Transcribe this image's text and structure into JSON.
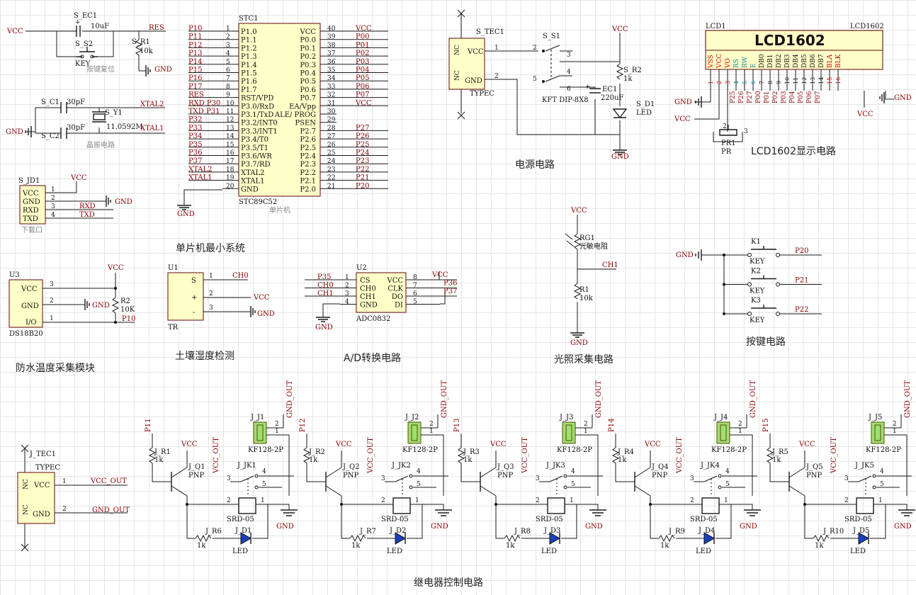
{
  "captions": {
    "mcu": "单片机最小系统",
    "power": "电源电路",
    "lcd": "LCD1602显示电路",
    "temp": "防水温度采集模块",
    "soil": "土壤湿度检测",
    "ad": "A/D转换电路",
    "light": "光照采集电路",
    "keys": "按键电路",
    "relay": "继电器控制电路"
  },
  "subcaptions": {
    "reset": "按键复位",
    "crystal": "晶振电路",
    "download": "下载口",
    "mcu_part": "单片机"
  },
  "nets": {
    "vcc": "VCC",
    "gnd": "GND",
    "res": "RES",
    "xtal1": "XTAL1",
    "xtal2": "XTAL2",
    "rxd": "RXD",
    "txd": "TXD",
    "ch0": "CH0",
    "ch1": "CH1",
    "p10": "P10",
    "p20": "P20",
    "p21": "P21",
    "p22": "P22",
    "p35": "P35",
    "p36": "P36",
    "p37": "P37",
    "vcc_out": "VCC_OUT",
    "gnd_out": "GND_OUT"
  },
  "reset": {
    "cap_ref": "S_EC1",
    "cap_val": "10uF",
    "sw_ref": "S_S2",
    "sw_val": "KEY",
    "res_ref": "S_R1",
    "res_val": "10k"
  },
  "crystal": {
    "c1_ref": "S_C1",
    "c1_val": "30pF",
    "c2_ref": "S_C2",
    "c2_val": "30pF",
    "y_ref": "S_Y1",
    "y_val": "11.0592M"
  },
  "download": {
    "ref": "S_JD1",
    "pins": [
      "VCC",
      "GND",
      "RXD",
      "TXD"
    ],
    "nums": [
      "1",
      "2",
      "3",
      "4"
    ]
  },
  "mcu": {
    "ref": "STC1",
    "part": "STC89C52",
    "left_pins": [
      {
        "num": "1",
        "name": "P1.0",
        "net": "P10"
      },
      {
        "num": "2",
        "name": "P1.1",
        "net": "P11"
      },
      {
        "num": "3",
        "name": "P1.2",
        "net": "P12"
      },
      {
        "num": "4",
        "name": "P1.3",
        "net": "P13"
      },
      {
        "num": "5",
        "name": "P1.4",
        "net": "P14"
      },
      {
        "num": "6",
        "name": "P1.5",
        "net": "P15"
      },
      {
        "num": "7",
        "name": "P1.6",
        "net": "P16"
      },
      {
        "num": "8",
        "name": "P1.7",
        "net": "P17"
      },
      {
        "num": "9",
        "name": "RST/VPD",
        "net": "RES"
      },
      {
        "num": "10",
        "name": "P3.0/RxD",
        "net": "RXD P30"
      },
      {
        "num": "11",
        "name": "P3.1/TxD",
        "net": "TXD P31"
      },
      {
        "num": "12",
        "name": "P3.2/INT0",
        "net": "P32"
      },
      {
        "num": "13",
        "name": "P3.3/INT1",
        "net": "P33"
      },
      {
        "num": "14",
        "name": "P3.4/T0",
        "net": "P34"
      },
      {
        "num": "15",
        "name": "P3.5/T1",
        "net": "P35"
      },
      {
        "num": "16",
        "name": "P3.6/WR",
        "net": "P36"
      },
      {
        "num": "17",
        "name": "P3.7/RD",
        "net": "P37"
      },
      {
        "num": "18",
        "name": "XTAL2",
        "net": "XTAL2"
      },
      {
        "num": "19",
        "name": "XTAL1",
        "net": "XTAL1"
      },
      {
        "num": "20",
        "name": "GND",
        "net": ""
      }
    ],
    "right_pins": [
      {
        "num": "40",
        "name": "VCC",
        "net": "VCC"
      },
      {
        "num": "39",
        "name": "P0.0",
        "net": "P00"
      },
      {
        "num": "38",
        "name": "P0.1",
        "net": "P01"
      },
      {
        "num": "37",
        "name": "P0.2",
        "net": "P02"
      },
      {
        "num": "36",
        "name": "P0.3",
        "net": "P03"
      },
      {
        "num": "35",
        "name": "P0.4",
        "net": "P04"
      },
      {
        "num": "34",
        "name": "P0.5",
        "net": "P05"
      },
      {
        "num": "33",
        "name": "P0.6",
        "net": "P06"
      },
      {
        "num": "32",
        "name": "P0.7",
        "net": "P07"
      },
      {
        "num": "31",
        "name": "EA/Vpp",
        "net": "VCC"
      },
      {
        "num": "30",
        "name": "ALE/ PROG",
        "net": ""
      },
      {
        "num": "29",
        "name": "PSEN",
        "net": ""
      },
      {
        "num": "28",
        "name": "P2.7",
        "net": "P27"
      },
      {
        "num": "27",
        "name": "P2.6",
        "net": "P26"
      },
      {
        "num": "26",
        "name": "P2.5",
        "net": "P25"
      },
      {
        "num": "25",
        "name": "P2.4",
        "net": "P24"
      },
      {
        "num": "24",
        "name": "P2.3",
        "net": "P23"
      },
      {
        "num": "23",
        "name": "P2.2",
        "net": "P22"
      },
      {
        "num": "22",
        "name": "P2.1",
        "net": "P21"
      },
      {
        "num": "21",
        "name": "P2.0",
        "net": "P20"
      }
    ]
  },
  "power": {
    "conn_ref": "S_TEC1",
    "conn_part": "TYPEC",
    "sw_ref": "S_S1",
    "sw_part": "KFT DIP-8X8",
    "cap_ref": "EC1",
    "cap_val": "220uF",
    "res_ref": "S_R2",
    "res_val": "1k",
    "led_ref": "S_D1",
    "led_val": "LED",
    "pins": [
      "VCC",
      "GND"
    ],
    "nc": "NC"
  },
  "lcd": {
    "ref": "LCD1",
    "title": "LCD1602",
    "part": "LCD1602",
    "pot_ref": "PR1",
    "pot_val": "PR",
    "pins": [
      {
        "name": "VSS",
        "num": "1",
        "net": "",
        "color": "#cc0000"
      },
      {
        "name": "VCC",
        "num": "2",
        "net": "",
        "color": "#cc0000"
      },
      {
        "name": "VO",
        "num": "3",
        "net": "",
        "color": "#cc0000"
      },
      {
        "name": "RS",
        "num": "4",
        "net": "P25",
        "color": "#1080a0"
      },
      {
        "name": "RW",
        "num": "5",
        "net": "P26",
        "color": "#1080a0"
      },
      {
        "name": "E",
        "num": "6",
        "net": "P27",
        "color": "#1080a0"
      },
      {
        "name": "DB0",
        "num": "7",
        "net": "P00",
        "color": "#111111"
      },
      {
        "name": "DB1",
        "num": "8",
        "net": "P01",
        "color": "#111111"
      },
      {
        "name": "DB2",
        "num": "9",
        "net": "P02",
        "color": "#111111"
      },
      {
        "name": "DB3",
        "num": "10",
        "net": "P03",
        "color": "#111111"
      },
      {
        "name": "DB4",
        "num": "11",
        "net": "P04",
        "color": "#111111"
      },
      {
        "name": "DB5",
        "num": "12",
        "net": "P05",
        "color": "#111111"
      },
      {
        "name": "DB6",
        "num": "13",
        "net": "P06",
        "color": "#111111"
      },
      {
        "name": "DB7",
        "num": "14",
        "net": "P07",
        "color": "#111111"
      },
      {
        "name": "BLA",
        "num": "15",
        "net": "",
        "color": "#cc0000"
      },
      {
        "name": "BLK",
        "num": "16",
        "net": "",
        "color": "#cc0000"
      }
    ]
  },
  "temp": {
    "ref": "U3",
    "part": "DS18B20",
    "pins": [
      "VCC",
      "GND",
      "I/O"
    ],
    "nums": [
      "3",
      "2",
      "1"
    ],
    "res_ref": "R2",
    "res_val": "10K"
  },
  "soil": {
    "ref": "U1",
    "part": "TR",
    "pins": [
      "S",
      "+",
      "-"
    ],
    "nums": [
      "1",
      "2",
      "3"
    ]
  },
  "adc": {
    "ref": "U2",
    "part": "ADC0832",
    "left": [
      {
        "num": "1",
        "name": "CS",
        "net": "P35"
      },
      {
        "num": "2",
        "name": "CH0",
        "net": "CH0"
      },
      {
        "num": "3",
        "name": "CH1",
        "net": "CH1"
      },
      {
        "num": "4",
        "name": "GND",
        "net": ""
      }
    ],
    "right": [
      {
        "num": "8",
        "name": "VCC",
        "net": "VCC"
      },
      {
        "num": "7",
        "name": "CLK",
        "net": "P36"
      },
      {
        "num": "6",
        "name": "DO",
        "net": "P37"
      },
      {
        "num": "5",
        "name": "DI",
        "net": ""
      }
    ]
  },
  "light": {
    "rg_ref": "RG1",
    "rg_val": "光敏电阻",
    "res_ref": "R1",
    "res_val": "10k"
  },
  "keys": [
    {
      "ref": "K1",
      "val": "KEY",
      "net": "P20"
    },
    {
      "ref": "K2",
      "val": "KEY",
      "net": "P21"
    },
    {
      "ref": "K3",
      "val": "KEY",
      "net": "P22"
    }
  ],
  "jtec": {
    "ref": "J_TEC1",
    "part": "TYPEC",
    "pins": [
      "VCC",
      "GND"
    ],
    "nc": "NC",
    "nums": [
      "1",
      "2"
    ]
  },
  "relays": [
    {
      "net": "P11",
      "j": "J_J1",
      "r": "J_R1",
      "q": "J_Q1",
      "jk": "J_JK1",
      "r2": "J_R6",
      "d": "J_D1"
    },
    {
      "net": "P12",
      "j": "J_J2",
      "r": "J_R2",
      "q": "J_Q2",
      "jk": "J_JK2",
      "r2": "J_R7",
      "d": "J_D2"
    },
    {
      "net": "P13",
      "j": "J_J3",
      "r": "J_R3",
      "q": "J_Q3",
      "jk": "J_JK3",
      "r2": "J_R8",
      "d": "J_D3"
    },
    {
      "net": "P14",
      "j": "J_J4",
      "r": "J_R4",
      "q": "J_Q4",
      "jk": "J_JK4",
      "r2": "J_R9",
      "d": "J_D4"
    },
    {
      "net": "P15",
      "j": "J_J5",
      "r": "J_R5",
      "q": "J_Q5",
      "jk": "J_JK5",
      "r2": "J_R10",
      "d": "J_D5"
    }
  ],
  "relay_common": {
    "conn_part": "KF128-2P",
    "res_val": "1k",
    "q_part": "PNP",
    "relay_part": "SRD-05",
    "led_val": "LED"
  }
}
